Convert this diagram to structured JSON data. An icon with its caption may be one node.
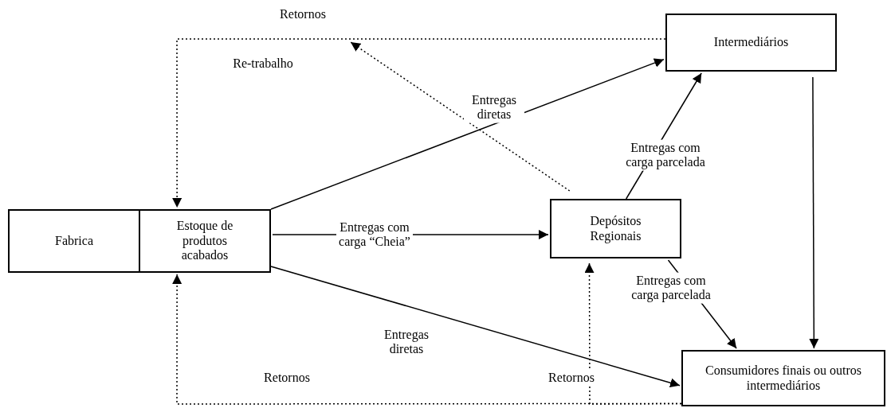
{
  "diagram": {
    "nodes": [
      {
        "text": [
          "Fabrica"
        ]
      },
      {
        "text": [
          "Estoque de produtos acabados"
        ]
      },
      {
        "text": [
          "Intermediários"
        ]
      },
      {
        "text": [
          "Depósitos Regionais"
        ]
      },
      {
        "text": [
          "Consumidores finais ou outros intermediários"
        ]
      }
    ],
    "edges": [
      {
        "from": 2,
        "to": 1,
        "arrow": "to",
        "style": "dashed",
        "label": "Retornos"
      },
      {
        "from": 3,
        "to": null,
        "arrow": "to",
        "style": "dashed"
      },
      {
        "from": 1,
        "to": 2,
        "arrow": "to",
        "label": "Entregas diretas"
      },
      {
        "from": 1,
        "to": 3,
        "arrow": "to",
        "label": "Entregas com carga “Cheia”"
      },
      {
        "from": 3,
        "to": 2,
        "arrow": "to",
        "label": "Entregas com carga parcelada"
      },
      {
        "from": 2,
        "to": 4,
        "arrow": "to"
      },
      {
        "from": 1,
        "to": 4,
        "arrow": "to",
        "label": "Entregas diretas"
      },
      {
        "from": 3,
        "to": 4,
        "arrow": "to",
        "label": "Entregas com carga parcelada"
      },
      {
        "from": 4,
        "to": 1,
        "arrow": "to",
        "style": "dashed",
        "label": "Retornos"
      },
      {
        "from": 4,
        "to": 3,
        "arrow": "to",
        "style": "dashed",
        "label": "Retornos"
      }
    ],
    "labels": [
      "Re-trabalho"
    ]
  }
}
